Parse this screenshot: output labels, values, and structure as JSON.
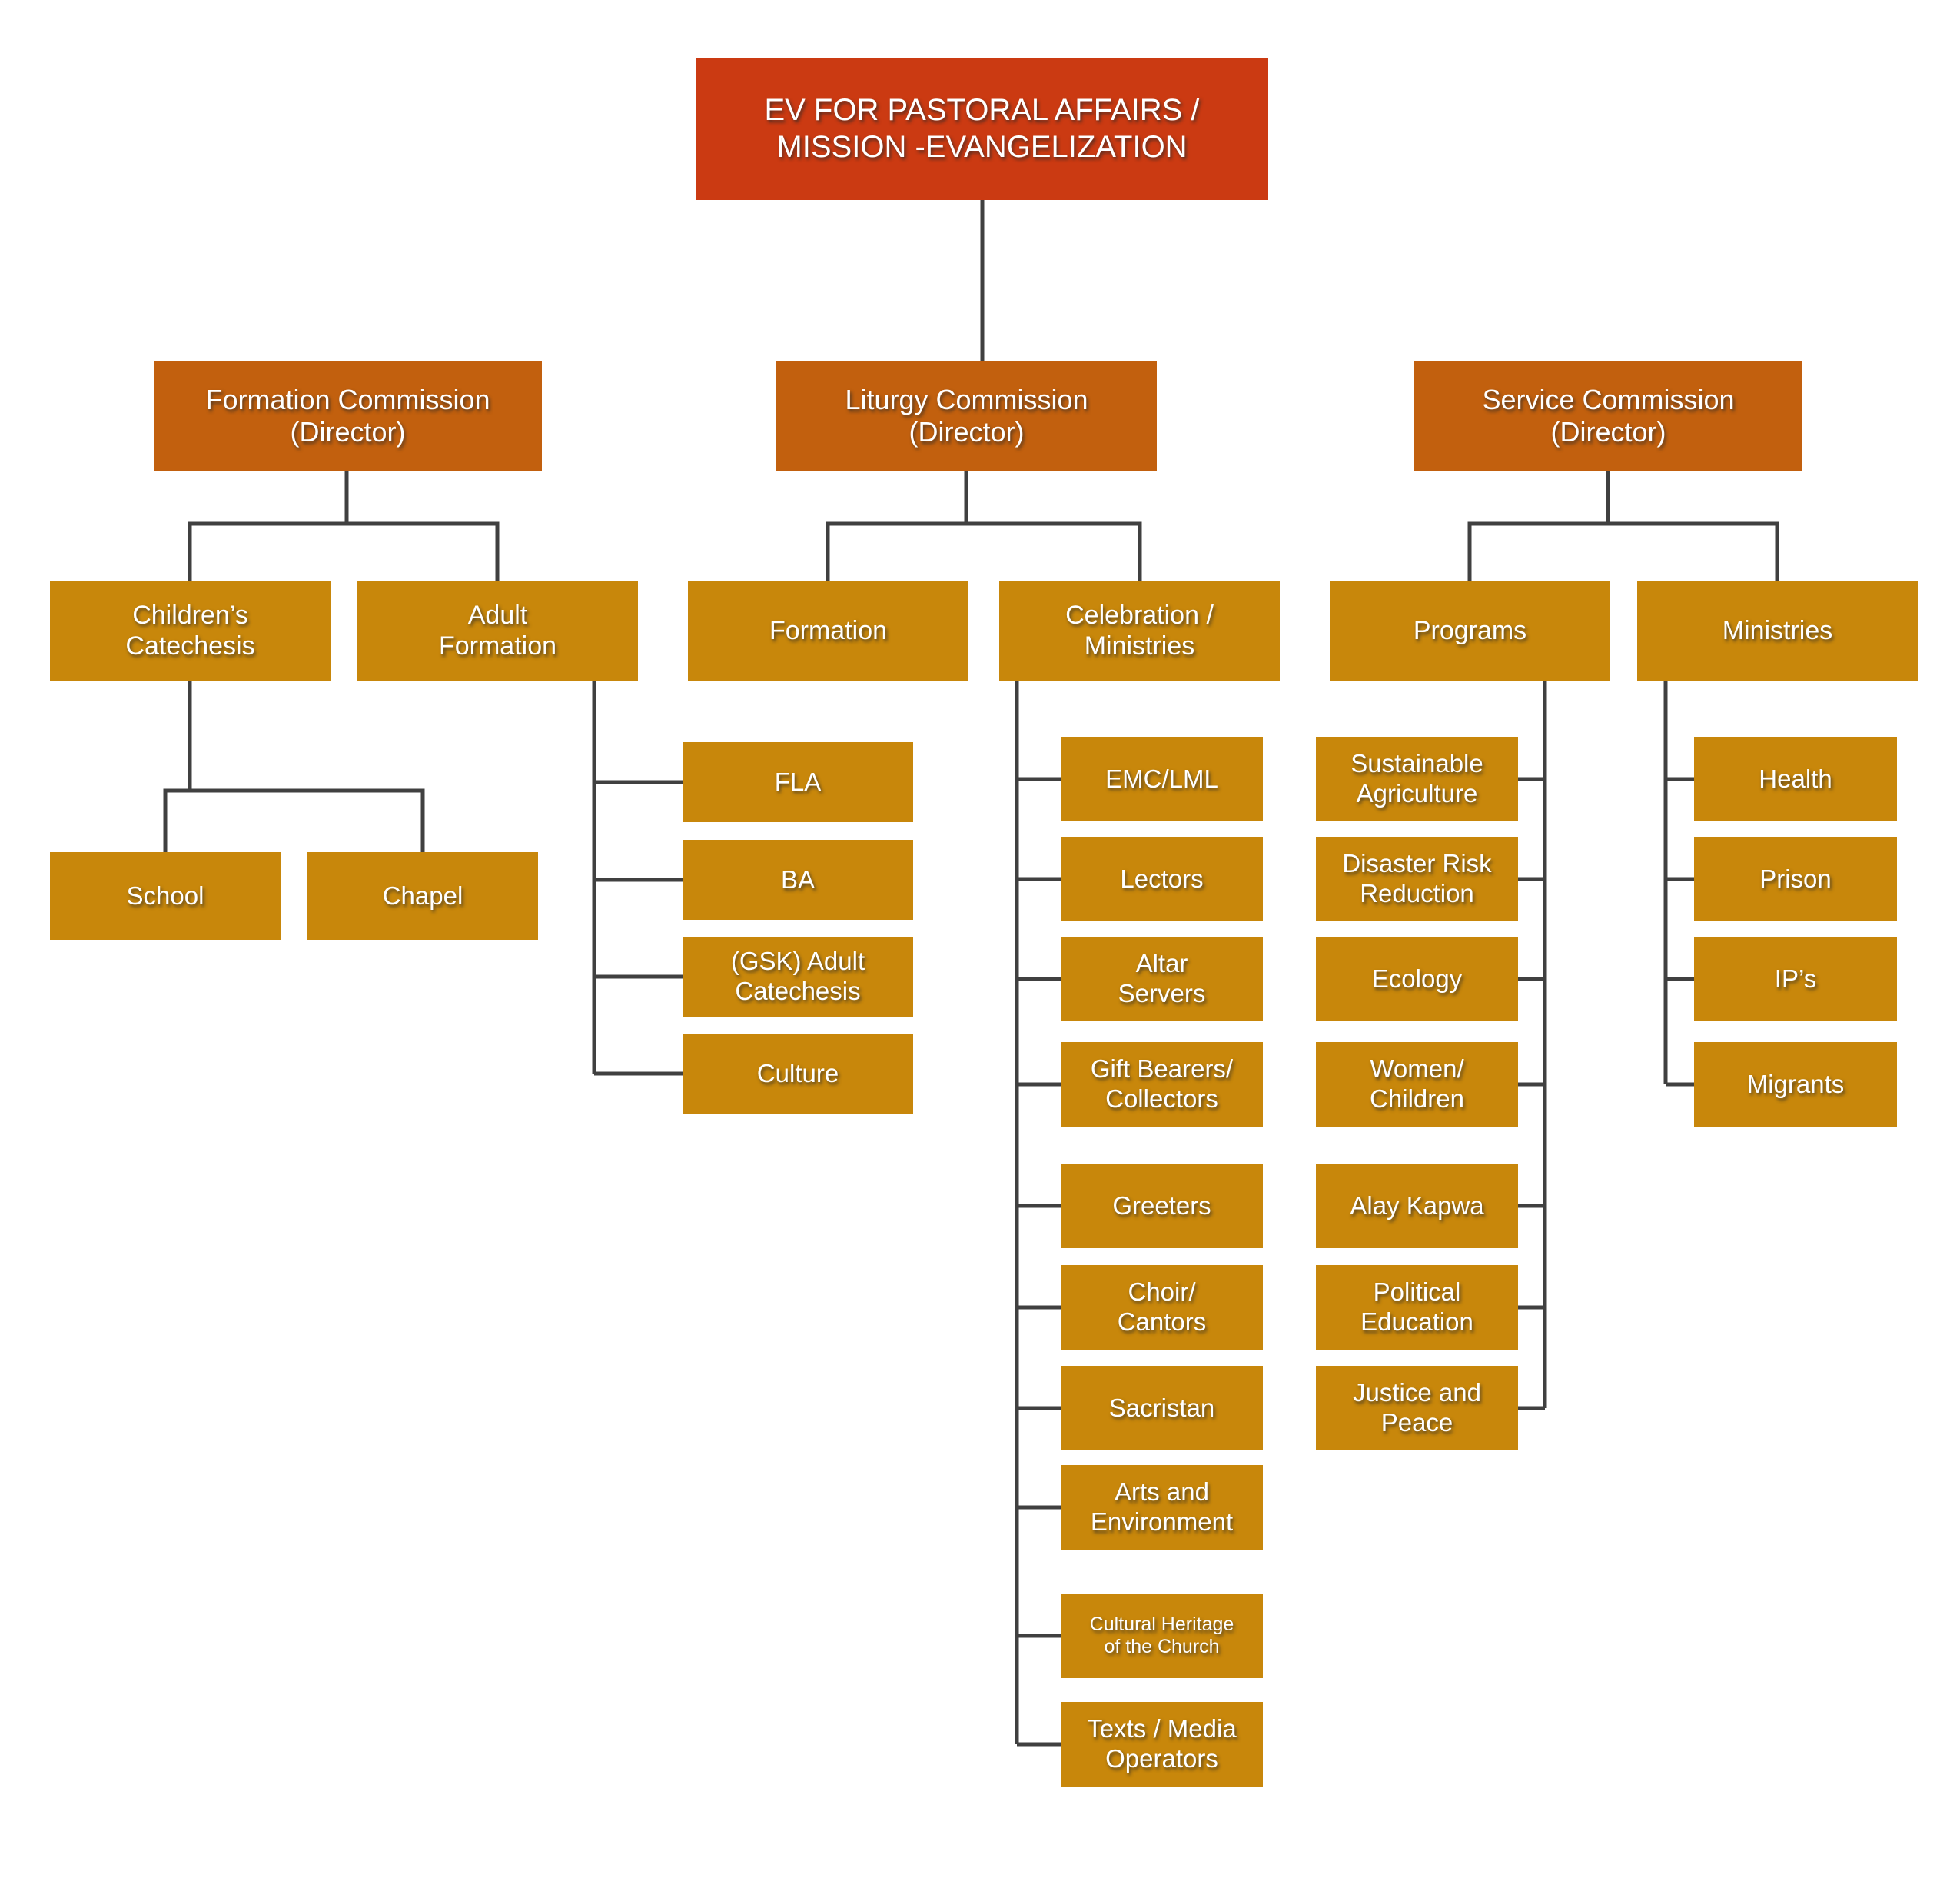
{
  "diagram": {
    "colors": {
      "root_box": "#cb3a12",
      "commission_box": "#c2600e",
      "gold_box": "#c8870b",
      "connector_line": "#404040",
      "text": "#ffffff"
    },
    "root": {
      "label": "EV FOR PASTORAL AFFAIRS /\nMISSION -EVANGELIZATION"
    },
    "branches": [
      {
        "commission": {
          "label": "Formation Commission\n(Director)"
        },
        "groups": [
          {
            "parent": {
              "label": "Children’s\nCatechesis"
            },
            "children": [
              {
                "label": "School"
              },
              {
                "label": "Chapel"
              }
            ]
          },
          {
            "parent": {
              "label": "Adult\nFormation"
            },
            "children": [
              {
                "label": "FLA"
              },
              {
                "label": "BA"
              },
              {
                "label": "(GSK) Adult\nCatechesis"
              },
              {
                "label": "Culture"
              }
            ]
          }
        ]
      },
      {
        "commission": {
          "label": "Liturgy Commission\n(Director)"
        },
        "groups": [
          {
            "parent": {
              "label": "Formation"
            },
            "children": []
          },
          {
            "parent": {
              "label": "Celebration /\nMinistries"
            },
            "children": [
              {
                "label": "EMC/LML"
              },
              {
                "label": "Lectors"
              },
              {
                "label": "Altar\nServers"
              },
              {
                "label": "Gift Bearers/\nCollectors"
              },
              {
                "label": "Greeters"
              },
              {
                "label": "Choir/\nCantors"
              },
              {
                "label": "Sacristan"
              },
              {
                "label": "Arts and\nEnvironment"
              },
              {
                "label": "Cultural Heritage\nof the Church"
              },
              {
                "label": "Texts / Media\nOperators"
              }
            ]
          }
        ]
      },
      {
        "commission": {
          "label": "Service Commission\n(Director)"
        },
        "groups": [
          {
            "parent": {
              "label": "Programs"
            },
            "children": [
              {
                "label": "Sustainable\nAgriculture"
              },
              {
                "label": "Disaster Risk\nReduction"
              },
              {
                "label": "Ecology"
              },
              {
                "label": "Women/\nChildren"
              },
              {
                "label": "Alay Kapwa"
              },
              {
                "label": "Political\nEducation"
              },
              {
                "label": "Justice and\nPeace"
              }
            ]
          },
          {
            "parent": {
              "label": "Ministries"
            },
            "children": [
              {
                "label": "Health"
              },
              {
                "label": "Prison"
              },
              {
                "label": "IP’s"
              },
              {
                "label": "Migrants"
              }
            ]
          }
        ]
      }
    ]
  }
}
